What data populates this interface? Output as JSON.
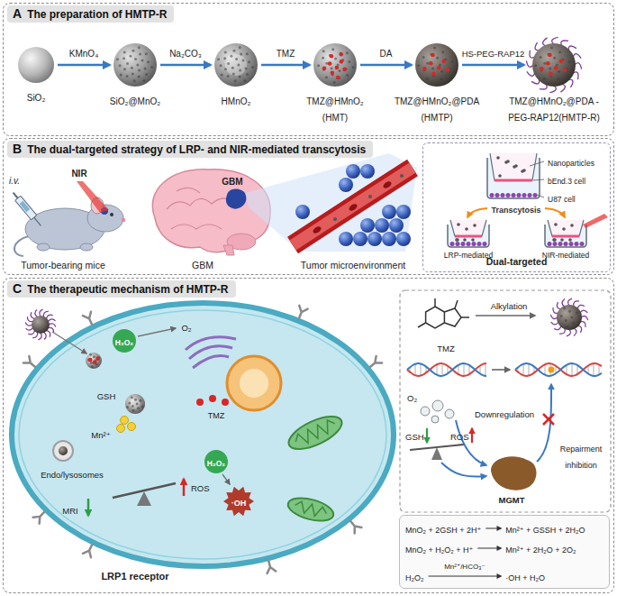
{
  "diagram": {
    "nodes": [
      {
        "text": [
          "A",
          "The preparation of HMTP-R"
        ]
      },
      {
        "text": [
          "SiO₂"
        ],
        "in": 0
      },
      {
        "text": [
          "SiO₂@MnO₂"
        ],
        "in": 0
      },
      {
        "text": [
          "HMnO₂"
        ],
        "in": 0
      },
      {
        "text": [
          "TMZ@HMnO₂ (HMT)"
        ],
        "in": 0
      },
      {
        "text": [
          "TMZ@HMnO₂@PDA (HMTP)"
        ],
        "in": 0
      },
      {
        "text": [
          "TMZ@HMnO₂@PDA -PEG-RAP12(HMTP-R)"
        ],
        "in": 0
      },
      {
        "text": [
          "B",
          "The dual-targeted strategy of LRP- and NIR-mediated transcytosis"
        ]
      },
      {
        "text": [
          "Dual-targeted"
        ],
        "in": 7
      },
      {
        "text": [
          "C",
          "The therapeutic mechanism of HMTP-R"
        ]
      },
      {
        "text": [
          "MnO₂ + 2GSH + 2H⁺",
          "Mn²⁺ + GSSH + 2H₂O",
          "MnO₂ + H₂O₂ + H⁺",
          "Mn²⁺ + 2H₂O + 2O₂",
          "H₂O₂",
          "Mn²⁺/HCO₃⁻",
          "·OH + H₂O"
        ],
        "in": 9
      }
    ],
    "edges": [
      {
        "from": 1,
        "to": 2,
        "arrow": "to",
        "label": "KMnO₄"
      },
      {
        "from": 2,
        "to": 3,
        "arrow": "to",
        "label": "Na₂CO₃"
      },
      {
        "from": 3,
        "to": 4,
        "arrow": "to",
        "label": "TMZ"
      },
      {
        "from": 4,
        "to": 5,
        "arrow": "to",
        "label": "DA"
      },
      {
        "from": 5,
        "to": 6,
        "arrow": "to",
        "label": "HS-PEG-RAP12"
      }
    ],
    "labels": [
      "NIR",
      "i.v.",
      "Tumor-bearing mice",
      "GBM",
      "GBM",
      "Tumor microenvironment",
      "Nanoparticles",
      "bEnd.3 cell",
      "U87 cell",
      "Transcytosis",
      "LRP-mediated",
      "NIR-mediated",
      "H₂O₂",
      "O₂",
      "GSH",
      "TMZ",
      "Mn²⁺",
      "H₂O₂",
      "·OH",
      "Endo/lysosomes",
      "MRI",
      "ROS",
      "LRP1 receptor",
      "TMZ",
      "Alkylation",
      "O₂",
      "GSH",
      "ROS",
      "Downregulation",
      "MGMT",
      "Repairment inhibition"
    ]
  }
}
